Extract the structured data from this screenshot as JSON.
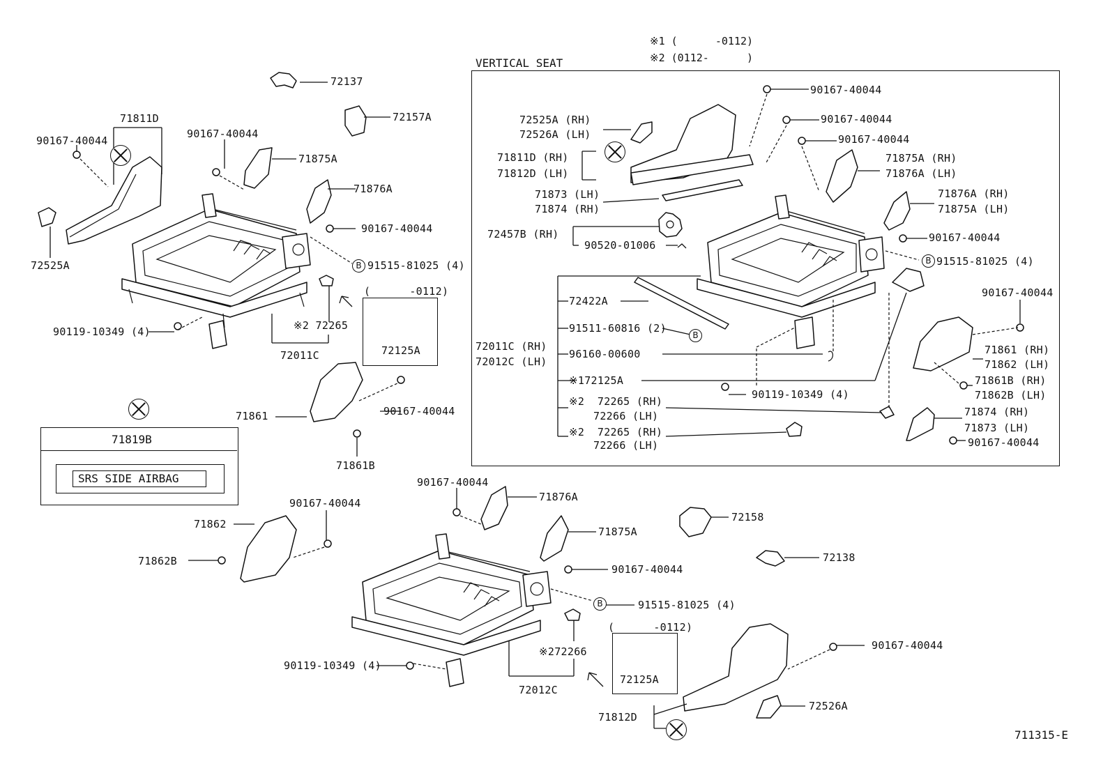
{
  "diagram_id": "711315-E",
  "notes": {
    "n1": "※1 (      -0112)",
    "n2": "※2 (0112-      )"
  },
  "vertical_seat_title": "VERTICAL SEAT",
  "airbag_label": {
    "part": "71819B",
    "text": "SRS SIDE AIRBAG"
  },
  "sub_box_range": "(      -0112)",
  "b_marker": "B",
  "labels": {
    "l72137": "72137",
    "l72157A": "72157A",
    "l71811D": "71811D",
    "l90167a": "90167-40044",
    "l90167b": "90167-40044",
    "l71875A": "71875A",
    "l71876A": "71876A",
    "l90167c": "90167-40044",
    "l91515a": "91515-81025 (4)",
    "l72525A": "72525A",
    "l90119a": "90119-10349 (4)",
    "l72265": "※2 72265",
    "l72011C": "72011C",
    "l72125A": "72125A",
    "l71861": "71861",
    "l90167d": "90167-40044",
    "l71861B": "71861B",
    "v72525A": "72525A (RH)",
    "v72526A": "72526A (LH)",
    "v71811D": "71811D (RH)",
    "v71812D": "71812D (LH)",
    "v71873": "71873 (LH)",
    "v71874": "71874 (RH)",
    "v72457B": "72457B (RH)",
    "v90520": "90520-01006",
    "v90167a": "90167-40044",
    "v90167b": "90167-40044",
    "v90167c": "90167-40044",
    "v71875ARH": "71875A (RH)",
    "v71876ALH": "71876A (LH)",
    "v71876ARH": "71876A (RH)",
    "v71875ALH": "71875A (LH)",
    "v90167d": "90167-40044",
    "v91515": "91515-81025 (4)",
    "v72422A": "72422A",
    "v91511": "91511-60816 (2)",
    "v72011C": "72011C (RH)",
    "v72012C": "72012C (LH)",
    "v96160": "96160-00600",
    "v72125A": "※172125A",
    "v90119": "90119-10349 (4)",
    "v72265a": "※2  72265 (RH)",
    "v72266a": "72266 (LH)",
    "v72265b": "※2  72265 (RH)",
    "v72266b": "72266 (LH)",
    "v90167e": "90167-40044",
    "v71861": "71861 (RH)",
    "v71862": "71862 (LH)",
    "v71861B": "71861B (RH)",
    "v71862B": "71862B (LH)",
    "v90167f": "90167-40044",
    "b90167a": "90167-40044",
    "b71876A": "71876A",
    "b90167b": "90167-40044",
    "b71862": "71862",
    "b71875A": "71875A",
    "b71862B": "71862B",
    "b90167c": "90167-40044",
    "b72158": "72158",
    "b72138": "72138",
    "b91515": "91515-81025 (4)",
    "b90119": "90119-10349 (4)",
    "b72266": "※272266",
    "b72012C": "72012C",
    "b72125A": "72125A",
    "b90167d": "90167-40044",
    "b72526A": "72526A",
    "b71812D": "71812D"
  }
}
